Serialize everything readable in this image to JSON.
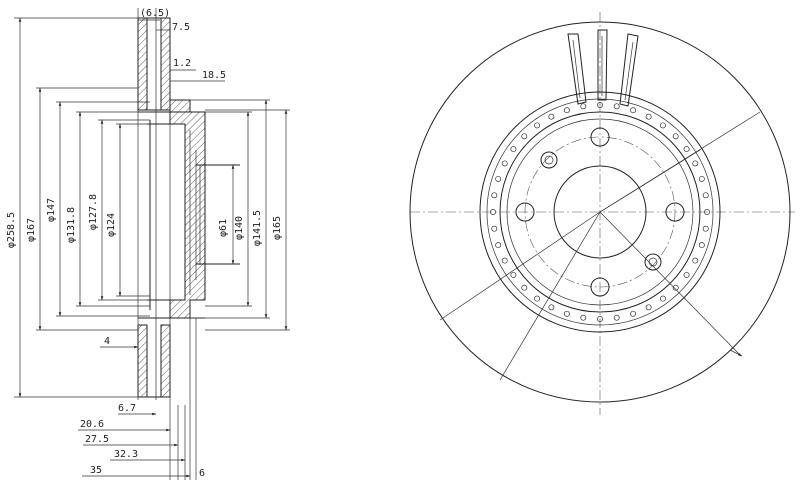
{
  "section": {
    "diameters": {
      "d258_5": "φ258.5",
      "d167": "φ167",
      "d147": "φ147",
      "d131_8": "φ131.8",
      "d127_8": "φ127.8",
      "d124": "φ124",
      "d61": "φ61",
      "d140": "φ140",
      "d141_5": "φ141.5",
      "d165": "φ165"
    },
    "axial": {
      "a6_5": "(6.5)",
      "a7_5": "7.5",
      "a1_2": "1.2",
      "a18_5": "18.5",
      "a4": "4",
      "a6_7": "6.7",
      "a20_6": "20.6",
      "a27_5": "27.5",
      "a32_3": "32.3",
      "a35": "35",
      "a6": "6"
    }
  }
}
